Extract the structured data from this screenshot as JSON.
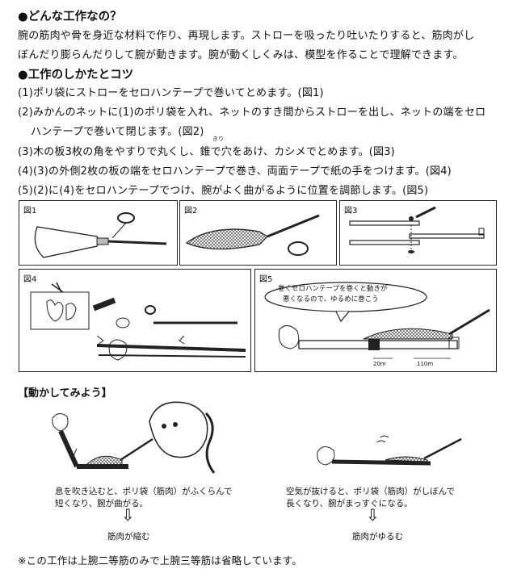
{
  "sections": {
    "what": {
      "heading": "●どんな工作なの？",
      "line1": "腕の筋肉や骨を身近な材料で作り、再現します。ストローを吸ったり吐いたりすると、筋肉がし",
      "line2": "ぼんだり膨らんだりして腕が動きます。腕が動くしくみは、模型を作ることで理解できます。"
    },
    "how": {
      "heading": "●工作のしかたとコツ",
      "steps": [
        "(1)ポリ袋にストローをセロハンテープで巻いてとめます。(図1)",
        "(2)みかんのネットに(1)のポリ袋を入れ、ネットのすき間からストローを出し、ネットの端をセロ",
        "ハンテープで巻いて閉じます。(図2)",
        "(3)木の板3枚の角をやすりで丸くし、錐で穴をあけ、カシメでとめます。(図3)",
        "(4)(3)の外側2枚の板の端をセロハンテープで巻き、両面テープで紙の手をつけます。(図4)",
        "(5)(2)に(4)をセロハンテープでつけ、腕がよく曲がるように位置を調節します。(図5)"
      ],
      "ruby": "きり"
    }
  },
  "figures": {
    "fig1": "図1",
    "fig2": "図2",
    "fig3": "図3",
    "fig4": "図4",
    "fig5": "図5",
    "fig5_bubble_line1": "巻くセロハンテープを巻くと動きが",
    "fig5_bubble_line2": "悪くなるので、ゆるめに巻こう",
    "fig5_dim1": "20m",
    "fig5_dim2": "110m"
  },
  "try": {
    "heading": "【動かしてみよう】",
    "left_cap1": "息を吹き込むと、ポリ袋（筋肉）がふくらんで",
    "left_cap2": "短くなり、腕が曲がる。",
    "left_result": "筋肉が縮む",
    "right_cap1": "空気が抜けると、ポリ袋（筋肉）がしぼんで",
    "right_cap2": "長くなり、腕がまっすぐになる。",
    "right_result": "筋肉がゆるむ",
    "arrow": "⇩"
  },
  "note": "※この工作は上腕二等筋のみで上腕三等筋は省略しています。"
}
